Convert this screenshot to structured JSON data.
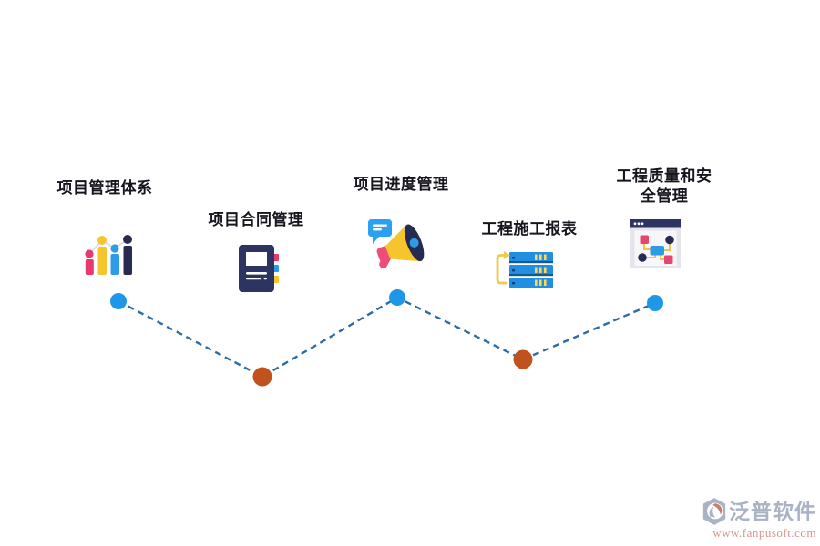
{
  "page": {
    "background": "#ffffff"
  },
  "diagram": {
    "title": "",
    "items": [
      {
        "label": "项目管理体系",
        "icon": "bar-chart-people-icon",
        "node_color_key": "blue"
      },
      {
        "label": "项目合同管理",
        "icon": "notebook-icon",
        "node_color_key": "orange"
      },
      {
        "label": "项目进度管理",
        "icon": "megaphone-icon",
        "node_color_key": "blue"
      },
      {
        "label": "工程施工报表",
        "icon": "server-stack-icon",
        "node_color_key": "orange"
      },
      {
        "label": "工程质量和安全管理",
        "icon": "kanban-window-icon",
        "node_color_key": "blue"
      }
    ],
    "connector": {
      "style": "dashed",
      "color": "#2d6ba3"
    },
    "colors": {
      "blue_node": "#1e97e8",
      "orange_node": "#c0521d",
      "accent_pink": "#e8386d",
      "accent_yellow": "#f6c52e",
      "accent_blue": "#2e9be6",
      "accent_navy": "#262b52",
      "label_text": "#15151e"
    }
  },
  "watermark": {
    "brand": "泛普软件",
    "url": "www.fanpusoft.com",
    "brand_color": "#a9b3c4",
    "url_color": "#dd918a"
  }
}
